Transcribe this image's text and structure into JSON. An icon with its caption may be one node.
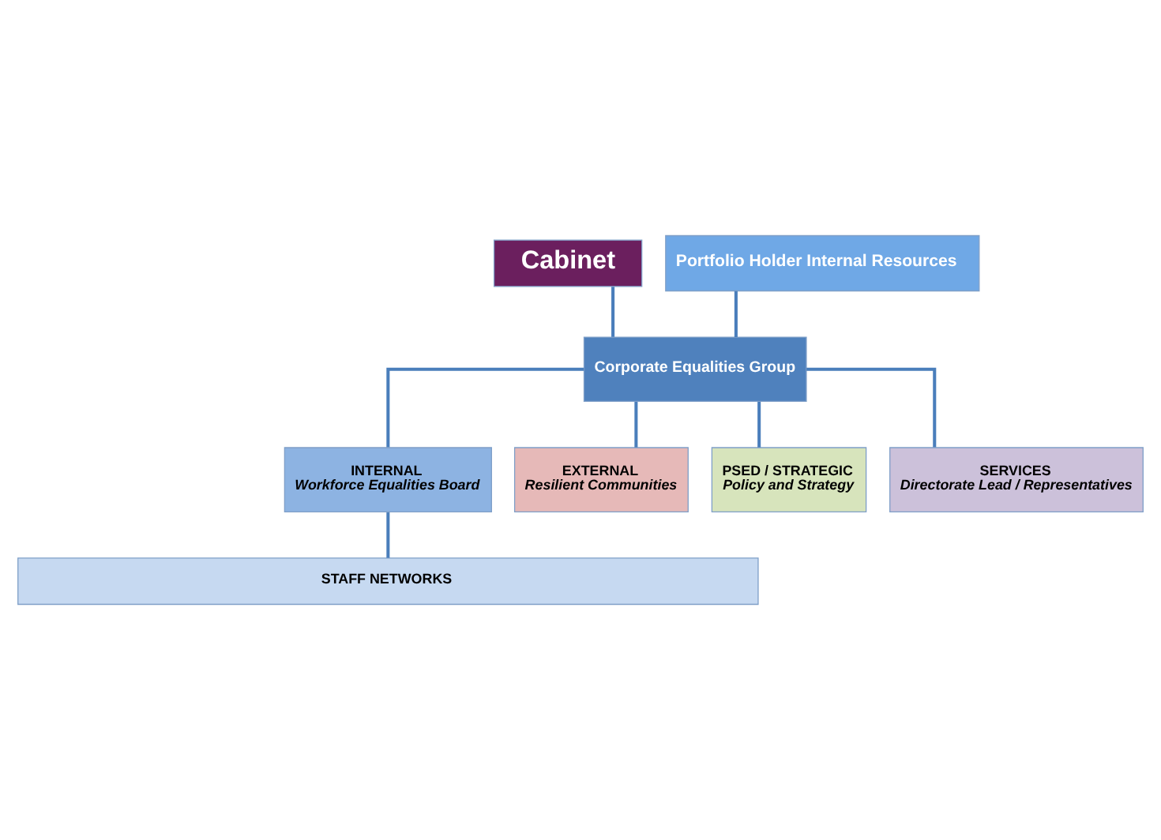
{
  "diagram": {
    "nodes": [
      {
        "text": [
          "Cabinet"
        ]
      },
      {
        "text": [
          "Portfolio Holder Internal Resources"
        ]
      },
      {
        "text": [
          "Corporate Equalities Group"
        ]
      },
      {
        "text": [
          "INTERNAL",
          "Workforce Equalities Board"
        ]
      },
      {
        "text": [
          "EXTERNAL",
          "Resilient Communities"
        ]
      },
      {
        "text": [
          "PSED / STRATEGIC",
          "Policy and Strategy"
        ]
      },
      {
        "text": [
          "SERVICES",
          "Directorate Lead / Representatives"
        ]
      },
      {
        "text": [
          "STAFF NETWORKS"
        ]
      }
    ],
    "edges": [
      {
        "from": 0,
        "to": 2,
        "arrow": "none"
      },
      {
        "from": 1,
        "to": 2,
        "arrow": "none"
      },
      {
        "from": 2,
        "to": 3,
        "arrow": "none"
      },
      {
        "from": 2,
        "to": 4,
        "arrow": "none"
      },
      {
        "from": 2,
        "to": 5,
        "arrow": "none"
      },
      {
        "from": 2,
        "to": 6,
        "arrow": "none"
      },
      {
        "from": 3,
        "to": 7,
        "arrow": "none"
      }
    ]
  }
}
